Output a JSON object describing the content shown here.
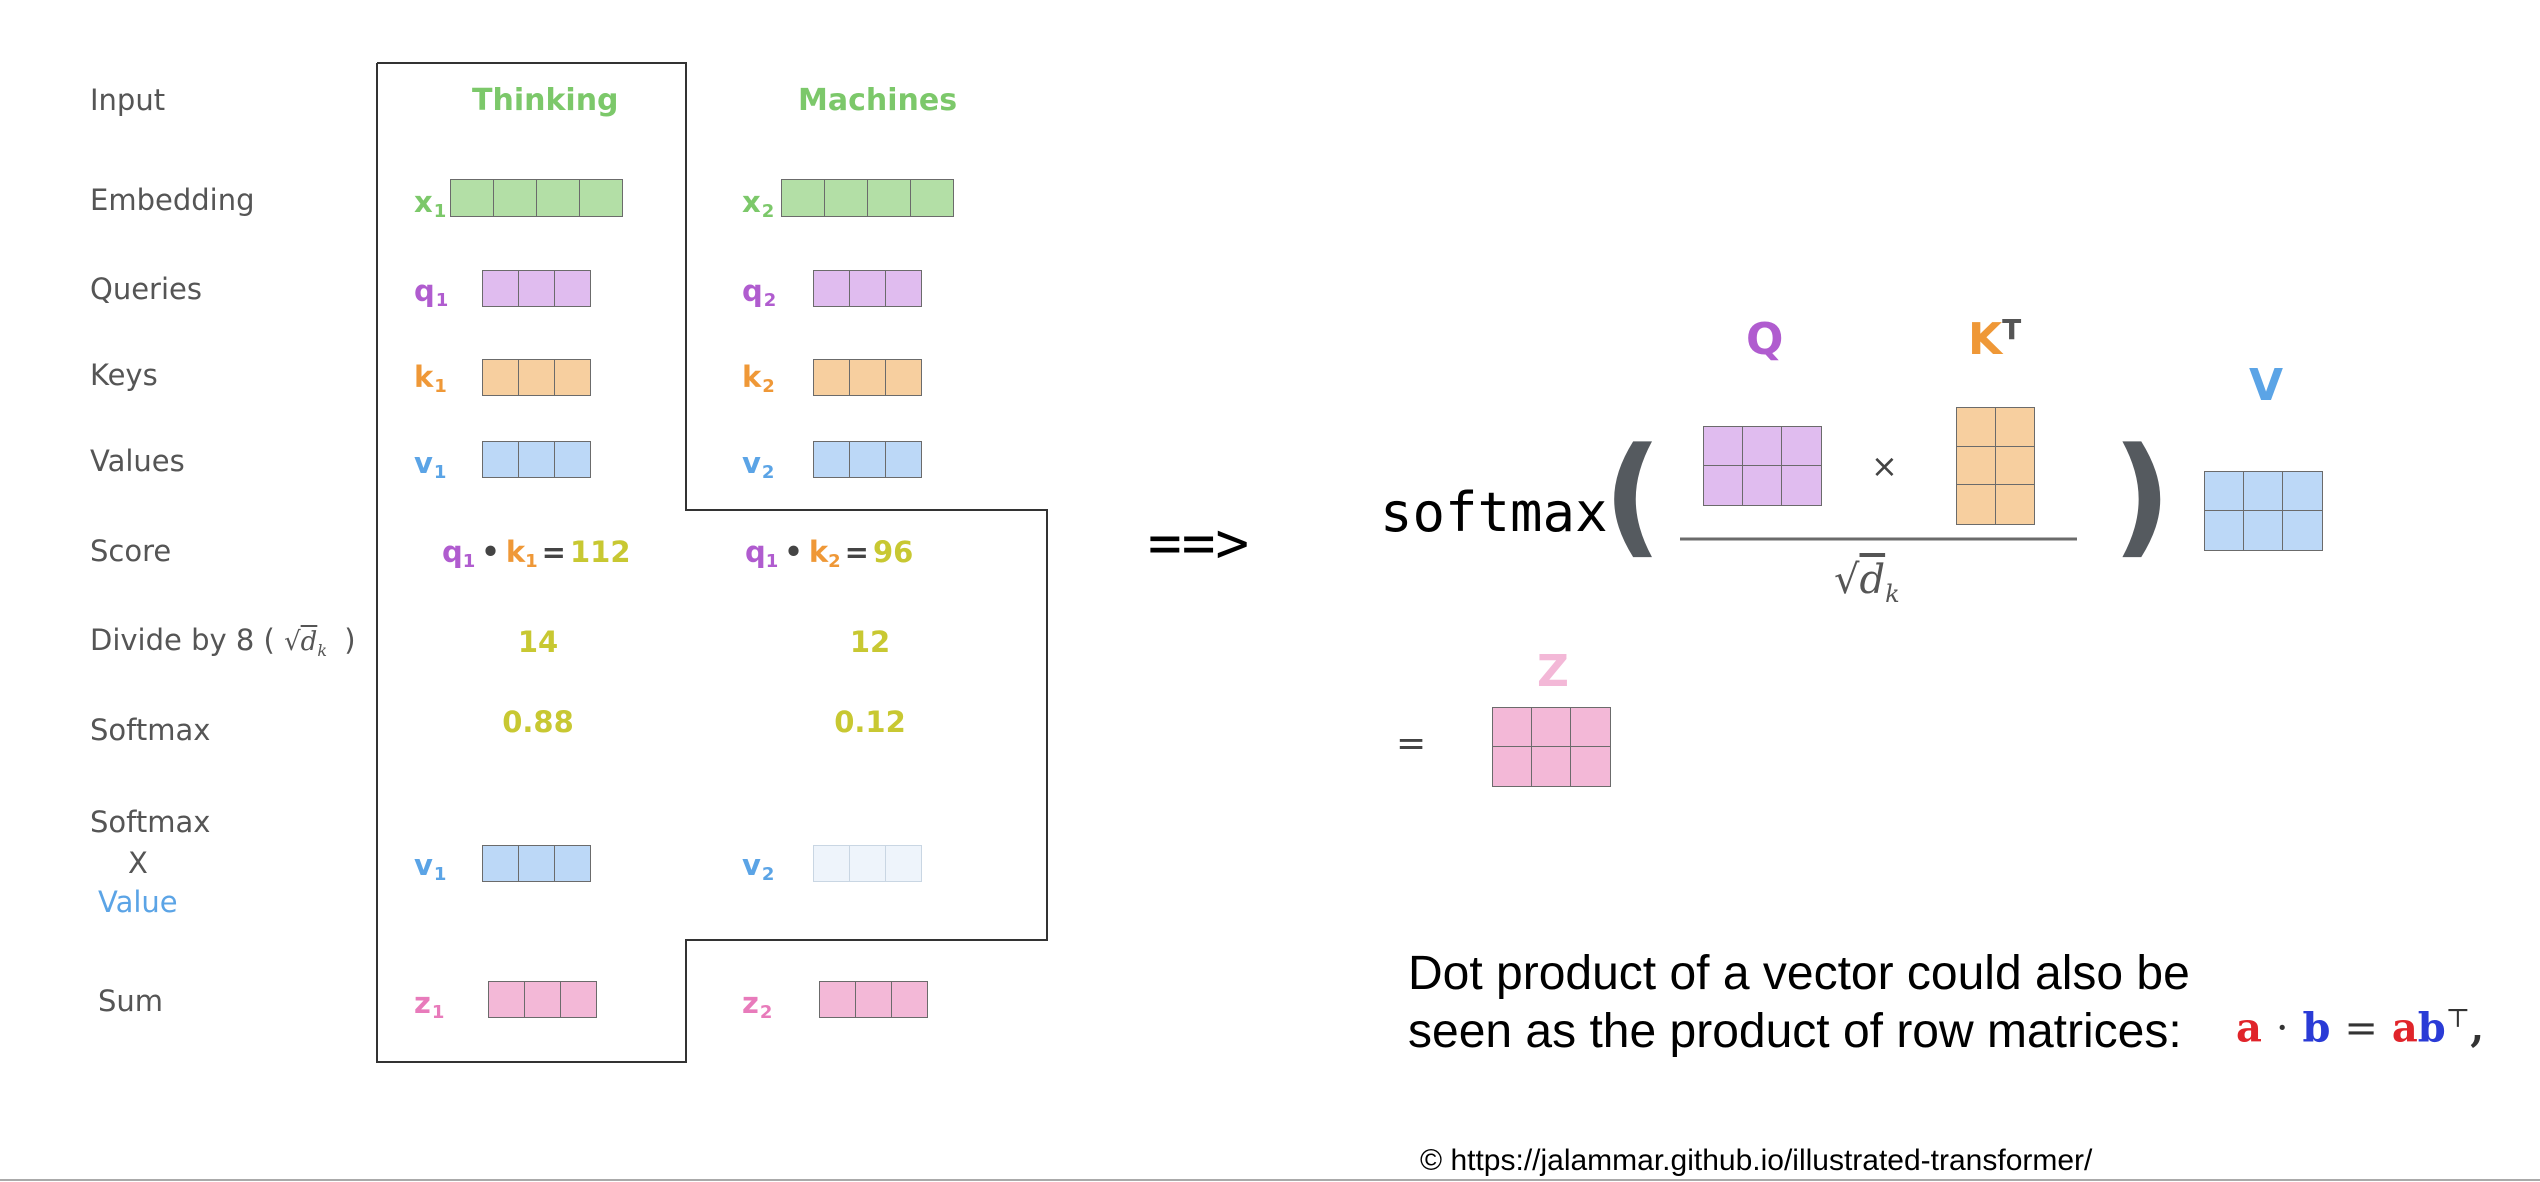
{
  "row_labels": {
    "input": "Input",
    "embedding": "Embedding",
    "queries": "Queries",
    "keys": "Keys",
    "values": "Values",
    "score": "Score",
    "divide": "Divide by 8 (",
    "divide_close": ")",
    "softmax": "Softmax",
    "softmax_x_value_1": "Softmax",
    "softmax_x_value_2": "X",
    "softmax_x_value_3": "Value",
    "sum": "Sum"
  },
  "tokens": [
    {
      "word": "Thinking",
      "x": "x",
      "x_sub": "1",
      "q": "q",
      "q_sub": "1",
      "k": "k",
      "k_sub": "1",
      "v": "v",
      "v_sub": "1",
      "score_left": "q",
      "score_left_sub": "1",
      "score_right": "k",
      "score_right_sub": "1",
      "score_value": "112",
      "divided": "14",
      "softmax": "0.88",
      "wv": "v",
      "wv_sub": "1",
      "z": "z",
      "z_sub": "1"
    },
    {
      "word": "Machines",
      "x": "x",
      "x_sub": "2",
      "q": "q",
      "q_sub": "2",
      "k": "k",
      "k_sub": "2",
      "v": "v",
      "v_sub": "2",
      "score_left": "q",
      "score_left_sub": "1",
      "score_right": "k",
      "score_right_sub": "2",
      "score_value": "96",
      "divided": "12",
      "softmax": "0.12",
      "wv": "v",
      "wv_sub": "2",
      "z": "z",
      "z_sub": "2"
    }
  ],
  "score_dot": "•",
  "score_eq": "=",
  "arrow": "==>",
  "formula": {
    "softmax": "softmax",
    "open_paren": "(",
    "close_paren": ")",
    "Q": "Q",
    "K": "K",
    "K_sup": "T",
    "times": "×",
    "sqrt_d": "d",
    "sqrt_sub": "k",
    "V": "V",
    "Z": "Z",
    "equals": "="
  },
  "note": {
    "line1": "Dot product of a vector could also be",
    "line2": "seen as the product of row matrices:",
    "eq_a": "a",
    "eq_dot": "·",
    "eq_b": "b",
    "eq_equals": "=",
    "eq_ab_a": "a",
    "eq_ab_b": "b",
    "eq_top": "⊤",
    "eq_comma": ","
  },
  "credit": "© https://jalammar.github.io/illustrated-transformer/",
  "colors": {
    "word": "#7cc86a",
    "embedding": "#b3dfa6",
    "query": "#e0bcef",
    "query_label": "#b05ccf",
    "key": "#f7cf9f",
    "key_label": "#ef9837",
    "value": "#bcd8f7",
    "value_label": "#5ba4e6",
    "value_faded": "#eef4fb",
    "z": "#f3b8d7",
    "z_label": "#e87bbb",
    "score_num": "#c8c832",
    "label_gray": "#555555"
  }
}
